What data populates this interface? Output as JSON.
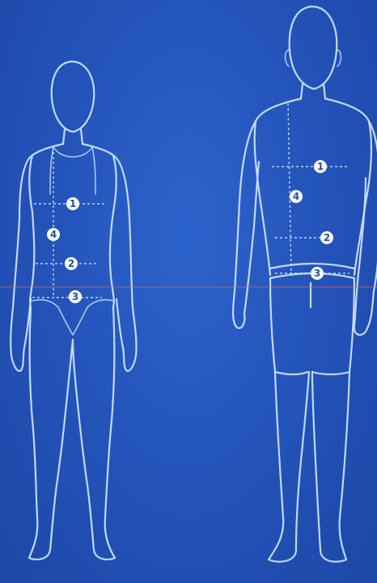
{
  "colors": {
    "background": "#2352b8",
    "line": "#cfe4ff",
    "badge_fill": "#ffffff",
    "badge_text": "#1f4fb4",
    "scan_line": "#e06a5a"
  },
  "female_figure": {
    "markers": [
      "1",
      "4",
      "2",
      "3"
    ]
  },
  "male_figure": {
    "markers": [
      "1",
      "4",
      "2",
      "3"
    ]
  }
}
